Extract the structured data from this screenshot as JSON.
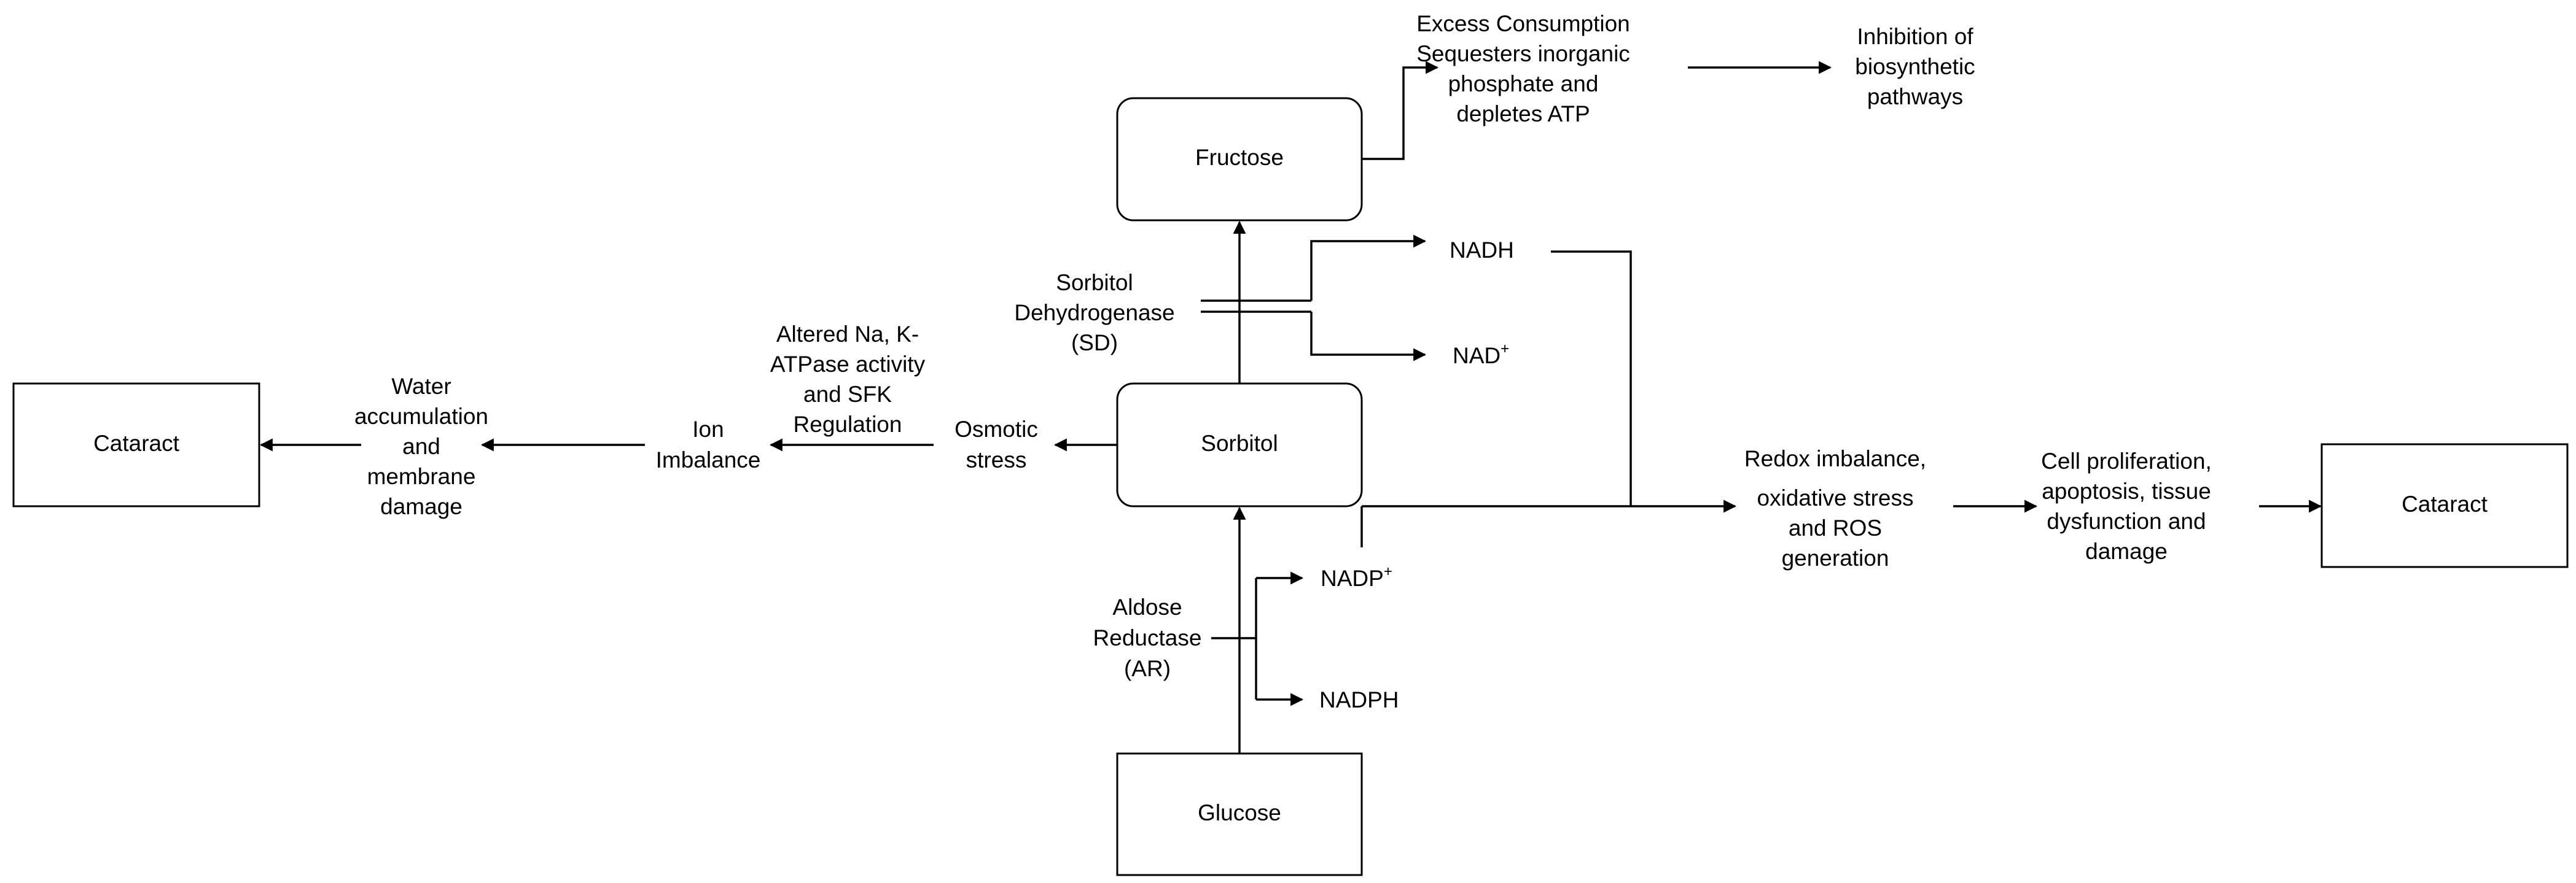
{
  "diagram": {
    "nodes": {
      "glucose": "Glucose",
      "sorbitol": "Sorbitol",
      "fructose": "Fructose",
      "cataract_left": "Cataract",
      "cataract_right": "Cataract"
    },
    "enzymes": {
      "aldose_reductase": [
        "Aldose",
        "Reductase",
        "(AR)"
      ],
      "sorbitol_dehydrogenase": [
        "Sorbitol",
        "Dehydrogenase",
        "(SD)"
      ]
    },
    "cofactors": {
      "nadp_plus": {
        "base": "NADP",
        "sup": "+"
      },
      "nadph": "NADPH",
      "nadh": "NADH",
      "nad_plus": {
        "base": "NAD",
        "sup": "+"
      }
    },
    "fructose_pathway": {
      "excess_consumption": [
        "Excess Consumption",
        "Sequesters inorganic",
        "phosphate and",
        "depletes ATP"
      ],
      "inhibition": [
        "Inhibition of",
        "biosynthetic",
        "pathways"
      ]
    },
    "osmotic_pathway": {
      "osmotic_stress": [
        "Osmotic",
        "stress"
      ],
      "altered_atpase": [
        "Altered Na, K-",
        "ATPase  activity",
        "and SFK",
        "Regulation"
      ],
      "ion_imbalance": [
        "Ion",
        "Imbalance"
      ],
      "water_accumulation": [
        "Water",
        "accumulation",
        "and",
        "membrane",
        "damage"
      ]
    },
    "redox_pathway": {
      "redox_imbalance": [
        "Redox imbalance,",
        "oxidative stress",
        "and ROS",
        "generation"
      ],
      "cell_proliferation": [
        "Cell proliferation,",
        "apoptosis, tissue",
        "dysfunction and",
        "damage"
      ]
    }
  }
}
